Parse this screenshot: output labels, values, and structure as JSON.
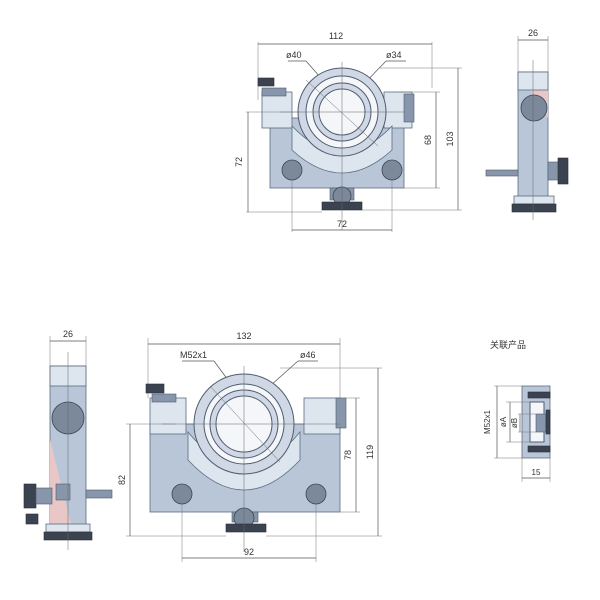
{
  "drawing_top": {
    "width_112": "112",
    "phi40": "ø40",
    "phi34": "ø34",
    "h72": "72",
    "h68": "68",
    "h103": "103",
    "hole_72": "72"
  },
  "side_top": {
    "w26": "26"
  },
  "drawing_bottom": {
    "width_132": "132",
    "m52": "M52x1",
    "phi46": "ø46",
    "h82": "82",
    "h78": "78",
    "h119": "119",
    "hole_92": "92"
  },
  "side_bottom": {
    "w26": "26"
  },
  "related": {
    "title": "关联产品",
    "m52": "M52x1",
    "phiA": "øA",
    "phiB": "øB",
    "w15": "15"
  }
}
